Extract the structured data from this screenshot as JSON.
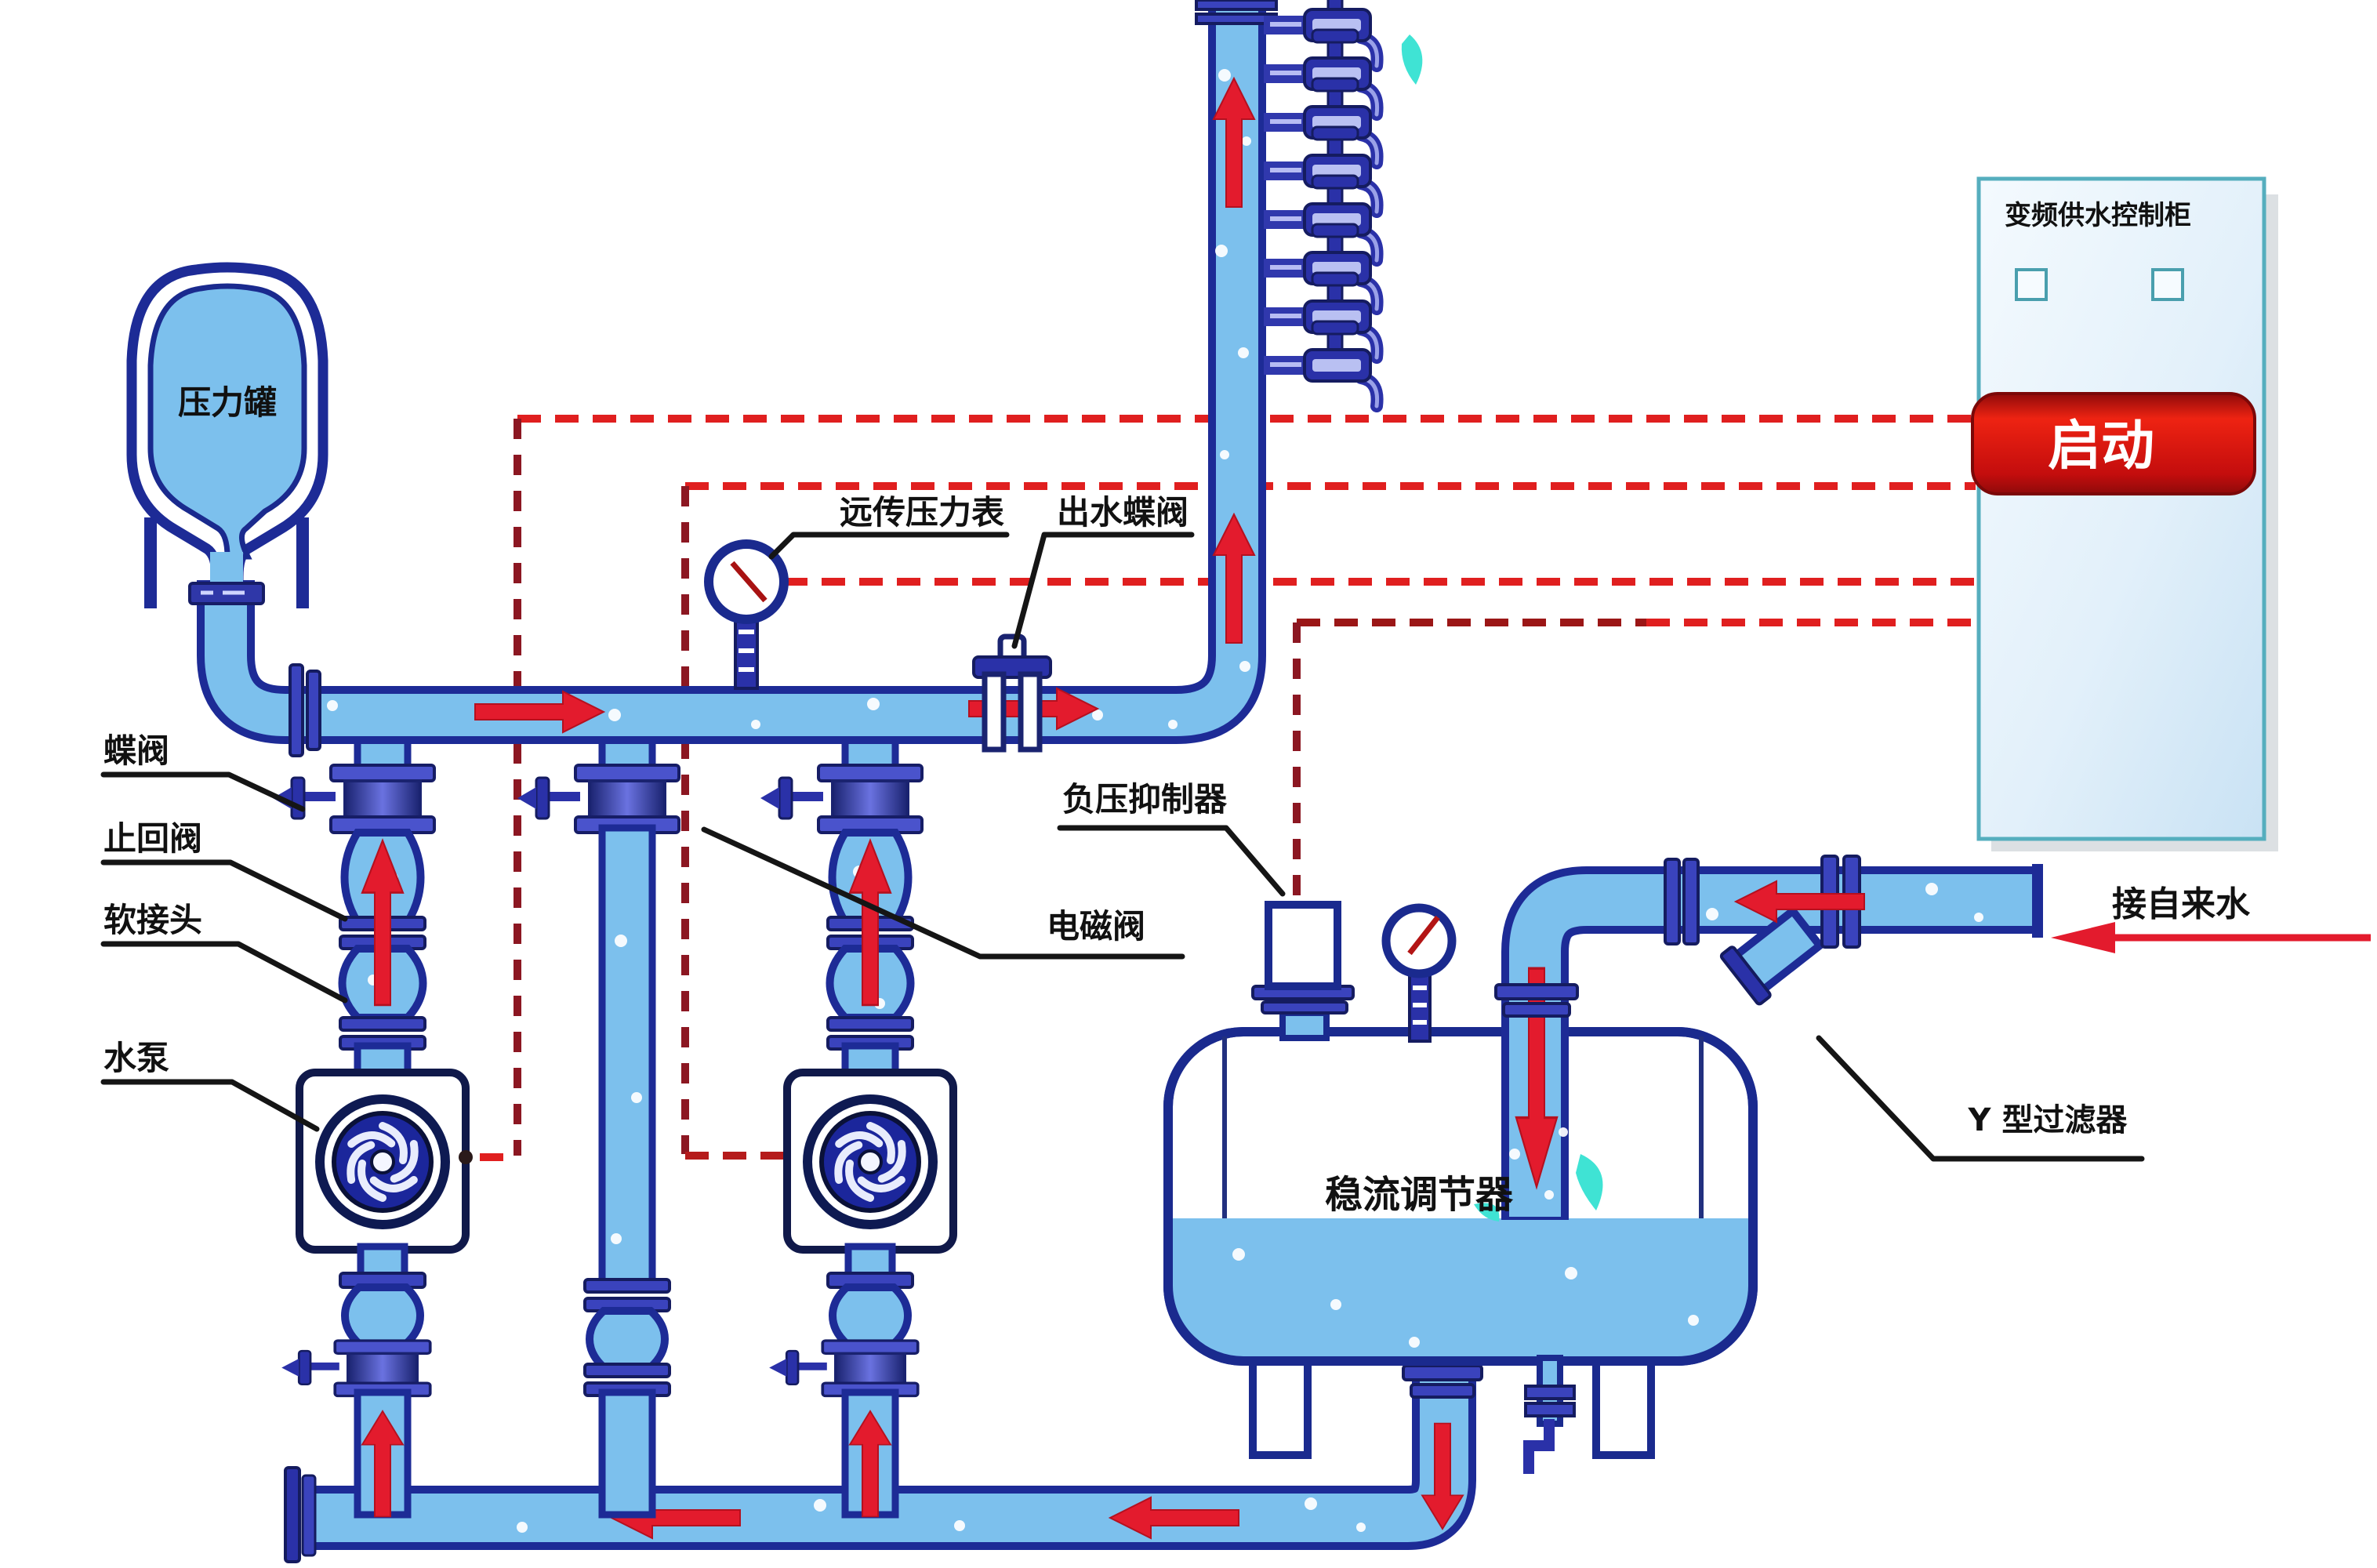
{
  "labels": {
    "pressure_tank": "压力罐",
    "butterfly_valve": "蝶阀",
    "check_valve": "止回阀",
    "soft_joint": "软接头",
    "water_pump": "水泵",
    "remote_pressure_gauge": "远传压力表",
    "outlet_butterfly_valve": "出水蝶阀",
    "solenoid_valve": "电磁阀",
    "vacuum_suppressor": "负压抑制器",
    "flow_regulator": "稳流调节器",
    "tap_water_inlet": "接自来水",
    "y_filter": "Y 型过滤器"
  },
  "cabinet": {
    "title": "变频供水控制柜",
    "start_button": "启动"
  },
  "colors": {
    "pipe_water": "#7cc0ed",
    "pipe_border": "#1d2b96",
    "signal_red": "#e01f1f",
    "signal_dark_red": "#8c1722",
    "button_red": "#d01010",
    "splash_cyan": "#3fe3d4",
    "cabinet_border": "#55aebe"
  }
}
